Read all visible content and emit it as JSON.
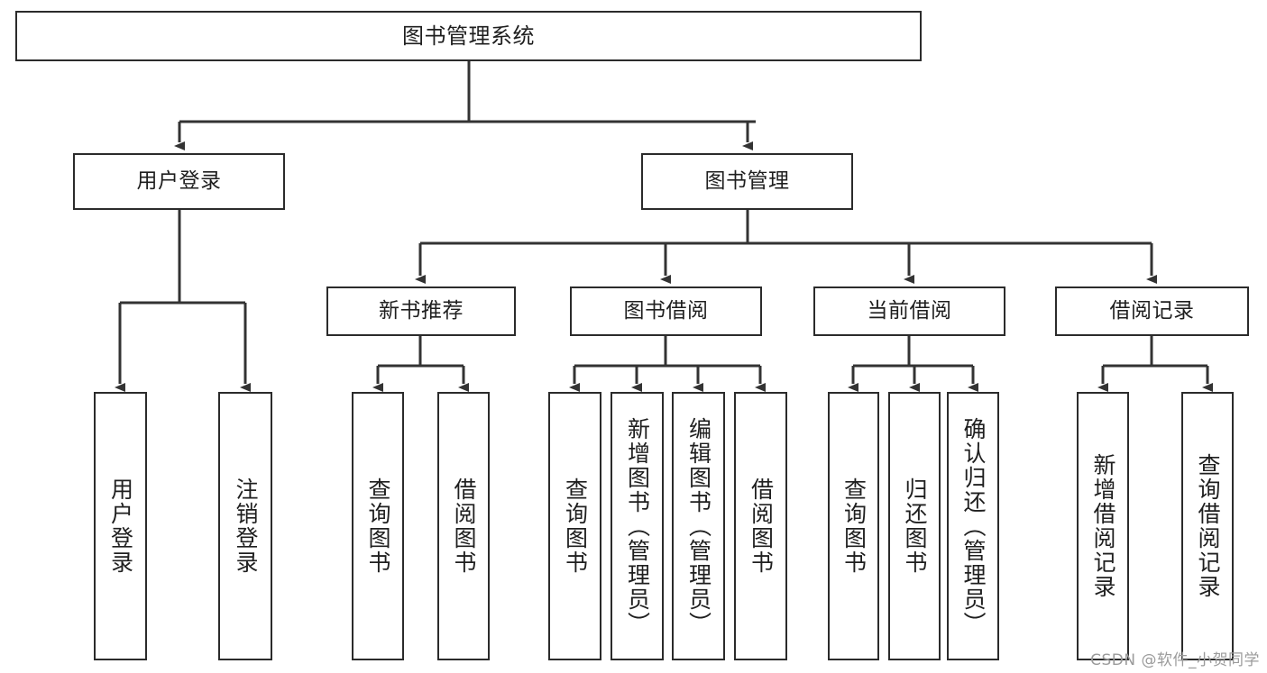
{
  "diagram": {
    "title": "图书管理系统",
    "type": "tree",
    "watermark": "CSDN @软件_小贺同学",
    "colors": {
      "box_stroke": "#2b2b2b",
      "box_fill": "#ffffff",
      "edge": "#333333",
      "text": "#1f1f1f",
      "watermark": "#9b9b9b",
      "background": "#ffffff"
    },
    "nodes": {
      "root": {
        "label": "图书管理系统"
      },
      "level2": [
        {
          "id": "user-login",
          "label": "用户登录"
        },
        {
          "id": "book-manage",
          "label": "图书管理"
        }
      ],
      "level3": [
        {
          "id": "new-book-recommend",
          "label": "新书推荐"
        },
        {
          "id": "book-borrow",
          "label": "图书借阅"
        },
        {
          "id": "current-borrow",
          "label": "当前借阅"
        },
        {
          "id": "borrow-record",
          "label": "借阅记录"
        }
      ],
      "leaves": [
        {
          "id": "leaf-user-login",
          "label": "用户登录",
          "parent": "user-login"
        },
        {
          "id": "leaf-user-logout",
          "label": "注销登录",
          "parent": "user-login"
        },
        {
          "id": "leaf-query-book-1",
          "label": "查询图书",
          "parent": "new-book-recommend"
        },
        {
          "id": "leaf-borrow-book-1",
          "label": "借阅图书",
          "parent": "new-book-recommend"
        },
        {
          "id": "leaf-query-book-2",
          "label": "查询图书",
          "parent": "book-borrow"
        },
        {
          "id": "leaf-add-book",
          "label": "新增图书（管理员）",
          "parent": "book-borrow"
        },
        {
          "id": "leaf-edit-book",
          "label": "编辑图书（管理员）",
          "parent": "book-borrow"
        },
        {
          "id": "leaf-borrow-book-2",
          "label": "借阅图书",
          "parent": "book-borrow"
        },
        {
          "id": "leaf-query-book-3",
          "label": "查询图书",
          "parent": "current-borrow"
        },
        {
          "id": "leaf-return-book",
          "label": "归还图书",
          "parent": "current-borrow"
        },
        {
          "id": "leaf-confirm-return",
          "label": "确认归还（管理员）",
          "parent": "current-borrow"
        },
        {
          "id": "leaf-add-record",
          "label": "新增借阅记录",
          "parent": "borrow-record"
        },
        {
          "id": "leaf-query-record",
          "label": "查询借阅记录",
          "parent": "borrow-record"
        }
      ]
    }
  }
}
